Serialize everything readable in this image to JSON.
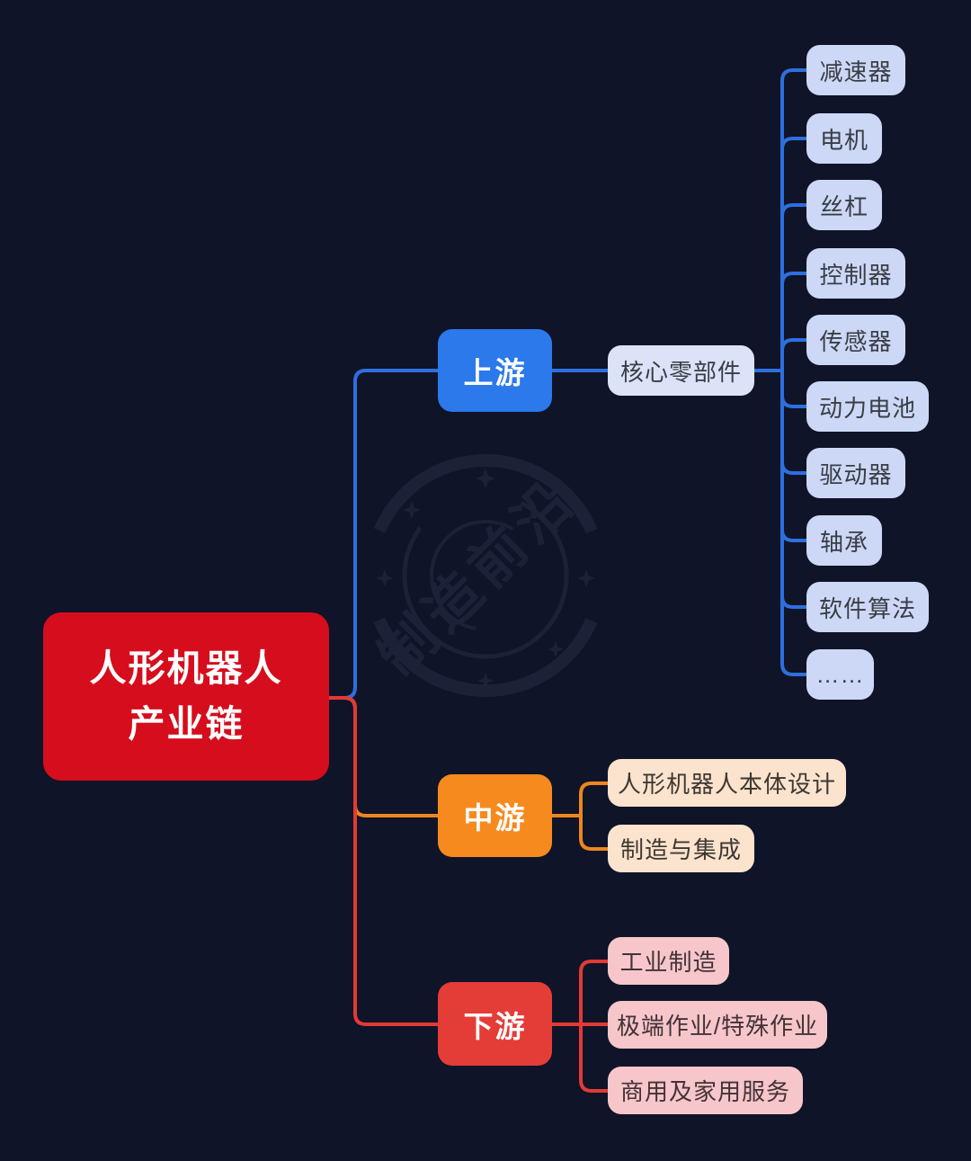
{
  "canvas": {
    "background": "#0f1428"
  },
  "watermark": {
    "text": "制造前沿"
  },
  "root": {
    "line1": "人形机器人",
    "line2": "产业链",
    "color": "#d50d1d"
  },
  "upstream": {
    "label": "上游",
    "node_color": "#2b79ea",
    "line_color": "#2e6fdf",
    "group_label": "核心零部件",
    "group_color": "#dce3f8",
    "leaf_color": "#ccd8f6",
    "leaves": [
      "减速器",
      "电机",
      "丝杠",
      "控制器",
      "传感器",
      "动力电池",
      "驱动器",
      "轴承",
      "软件算法",
      "……"
    ]
  },
  "midstream": {
    "label": "中游",
    "node_color": "#f68a1e",
    "line_color": "#ec861f",
    "child_color": "#fce3cd",
    "children": [
      "人形机器人本体设计",
      "制造与集成"
    ]
  },
  "downstream": {
    "label": "下游",
    "node_color": "#e43d38",
    "line_color": "#e43935",
    "child_color": "#f7c6ca",
    "children": [
      "工业制造",
      "极端作业/特殊作业",
      "商用及家用服务"
    ]
  }
}
